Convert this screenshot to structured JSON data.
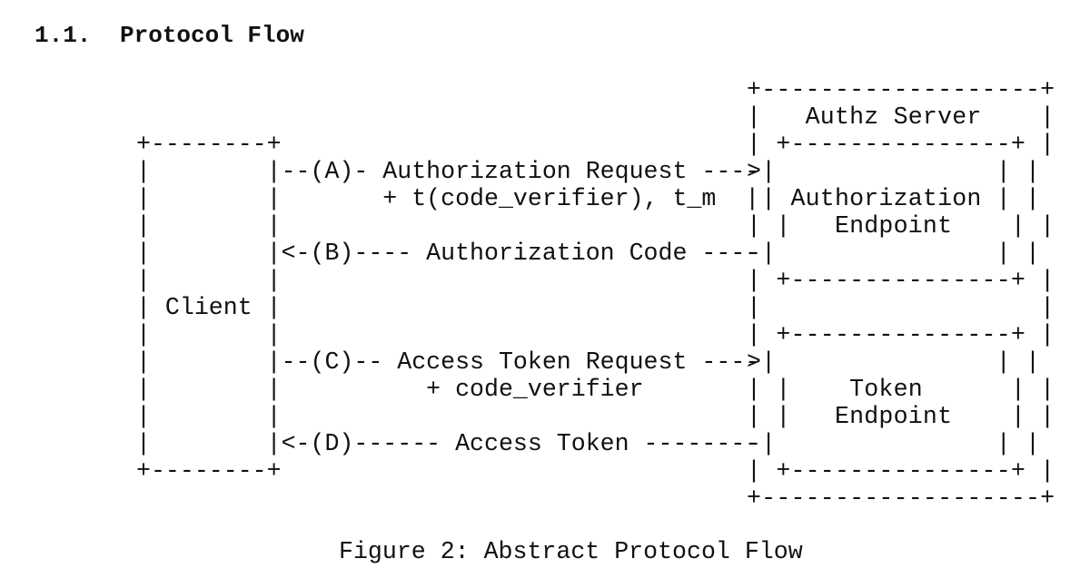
{
  "section": {
    "number": "1.1.",
    "title": "Protocol Flow"
  },
  "diagram": {
    "lines": [
      "                                                    +-------------------+",
      "                                                    |   Authz Server    |",
      "         +--------+                                 | +---------------+ |",
      "         |        |--(A)- Authorization Request ---->|               | |",
      "         |        |       + t(code_verifier), t_m  | | Authorization | |",
      "         |        |                                 | |   Endpoint    | |",
      "         |        |<-(B)---- Authorization Code -----|               | |",
      "         |        |                                 | +---------------+ |",
      "         | Client |                                 |                   |",
      "         |        |                                 | +---------------+ |",
      "         |        |--(C)-- Access Token Request ---->|               | |",
      "         |        |          + code_verifier        | |    Token      | |",
      "         |        |                                 | |   Endpoint    | |",
      "         |        |<-(D)------ Access Token ---------|               | |",
      "         +--------+                                 | +---------------+ |",
      "                                                    +-------------------+"
    ]
  },
  "caption": "Figure 2: Abstract Protocol Flow"
}
